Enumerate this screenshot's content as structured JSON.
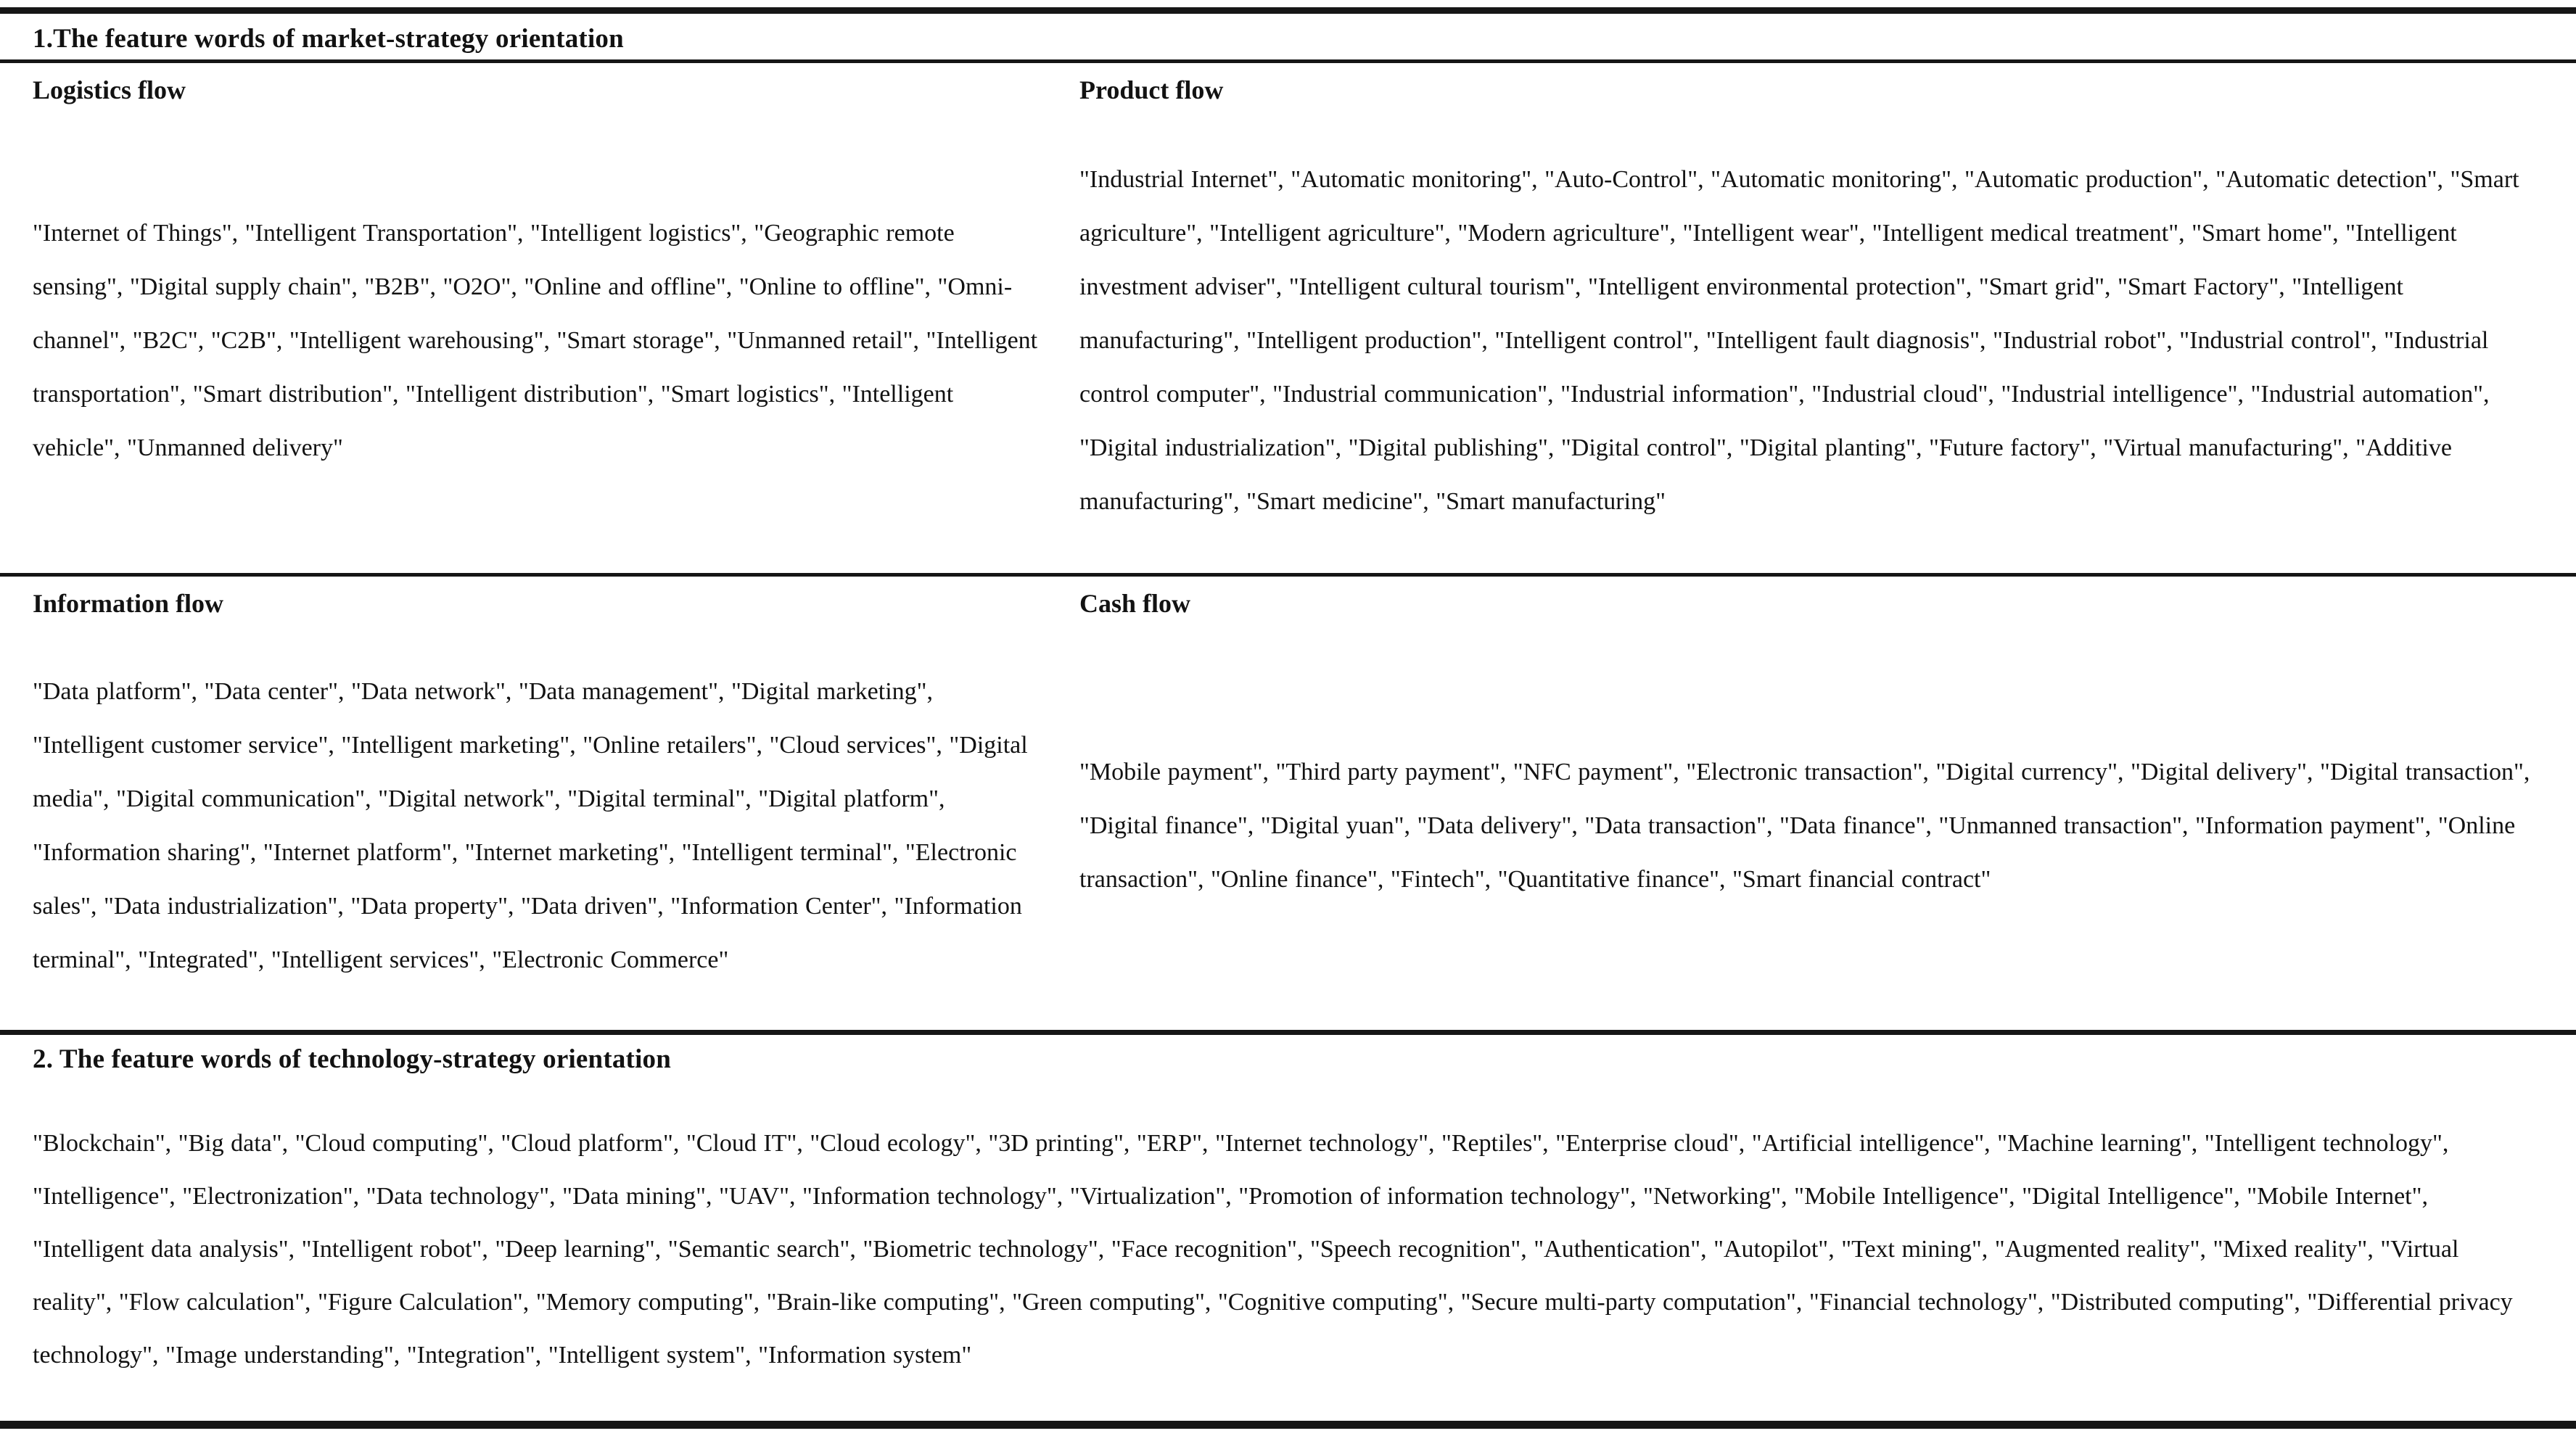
{
  "style": {
    "ink_color": "#121212",
    "border_color": "#161616",
    "background_color": "#ffffff"
  },
  "table": {
    "section1": {
      "title": "1.The feature words of market-strategy orientation",
      "cells": [
        {
          "label": "Logistics flow",
          "text": "\"Internet of Things\", \"Intelligent Transportation\", \"Intelligent logistics\", \"Geographic remote sensing\", \"Digital supply chain\", \"B2B\", \"O2O\", \"Online and offline\", \"Online to offline\", \"Omni-channel\", \"B2C\", \"C2B\", \"Intelligent warehousing\", \"Smart storage\", \"Unmanned retail\", \"Intelligent transportation\", \"Smart distribution\", \"Intelligent distribution\", \"Smart logistics\", \"Intelligent vehicle\", \"Unmanned delivery\""
        },
        {
          "label": "Product flow",
          "text": "\"Industrial Internet\", \"Automatic monitoring\", \"Auto-Control\", \"Automatic monitoring\", \"Automatic production\", \"Automatic detection\", \"Smart agriculture\", \"Intelligent agriculture\", \"Modern agriculture\", \"Intelligent wear\", \"Intelligent medical treatment\", \"Smart home\", \"Intelligent investment adviser\", \"Intelligent cultural tourism\", \"Intelligent environmental protection\", \"Smart grid\", \"Smart Factory\", \"Intelligent manufacturing\", \"Intelligent production\", \"Intelligent control\", \"Intelligent fault diagnosis\", \"Industrial robot\", \"Industrial control\", \"Industrial control computer\", \"Industrial communication\", \"Industrial information\", \"Industrial cloud\", \"Industrial intelligence\", \"Industrial automation\", \"Digital industrialization\", \"Digital publishing\", \"Digital control\", \"Digital planting\", \"Future factory\", \"Virtual manufacturing\", \"Additive manufacturing\", \"Smart medicine\", \"Smart manufacturing\""
        },
        {
          "label": "Information flow",
          "text": "\"Data platform\", \"Data center\", \"Data network\", \"Data management\", \"Digital marketing\", \"Intelligent customer service\", \"Intelligent marketing\", \"Online retailers\", \"Cloud services\", \"Digital media\", \"Digital communication\", \"Digital network\", \"Digital terminal\", \"Digital platform\", \"Information sharing\", \"Internet platform\", \"Internet marketing\", \"Intelligent terminal\", \"Electronic sales\", \"Data industrialization\", \"Data property\", \"Data driven\", \"Information Center\", \"Information terminal\", \"Integrated\", \"Intelligent services\", \"Electronic Commerce\""
        },
        {
          "label": "Cash flow",
          "text": "\"Mobile payment\", \"Third party payment\", \"NFC payment\", \"Electronic transaction\", \"Digital currency\", \"Digital delivery\", \"Digital transaction\", \"Digital finance\", \"Digital yuan\", \"Data delivery\", \"Data transaction\", \"Data finance\", \"Unmanned transaction\", \"Information payment\", \"Online transaction\", \"Online finance\", \"Fintech\", \"Quantitative finance\", \"Smart financial contract\""
        }
      ]
    },
    "section2": {
      "title": "2. The feature words of technology-strategy orientation",
      "text": "\"Blockchain\", \"Big data\", \"Cloud computing\", \"Cloud platform\", \"Cloud IT\", \"Cloud ecology\", \"3D printing\", \"ERP\", \"Internet technology\", \"Reptiles\", \"Enterprise cloud\", \"Artificial intelligence\", \"Machine learning\", \"Intelligent technology\", \"Intelligence\", \"Electronization\", \"Data technology\", \"Data mining\", \"UAV\", \"Information technology\", \"Virtualization\", \"Promotion of information technology\", \"Networking\", \"Mobile Intelligence\", \"Digital Intelligence\", \"Mobile Internet\", \"Intelligent data analysis\", \"Intelligent robot\", \"Deep learning\", \"Semantic search\", \"Biometric technology\", \"Face recognition\", \"Speech recognition\", \"Authentication\", \"Autopilot\", \"Text mining\", \"Augmented reality\", \"Mixed reality\", \"Virtual reality\", \"Flow calculation\", \"Figure Calculation\", \"Memory computing\", \"Brain-like computing\", \"Green computing\", \"Cognitive computing\", \"Secure multi-party computation\", \"Financial technology\", \"Distributed computing\", \"Differential privacy technology\", \"Image understanding\", \"Integration\", \"Intelligent system\", \"Information system\""
    }
  }
}
